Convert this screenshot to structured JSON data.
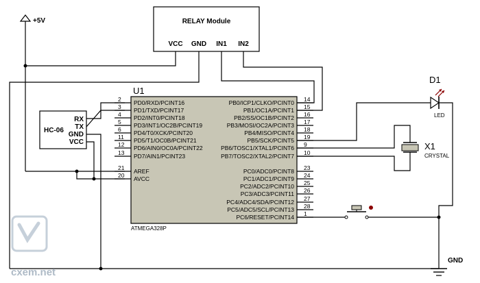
{
  "supply": {
    "label": "+5V"
  },
  "ground": {
    "label": "GND"
  },
  "relay": {
    "title": "RELAY Module",
    "pins": [
      "VCC",
      "GND",
      "IN1",
      "IN2"
    ]
  },
  "mcu": {
    "ref": "U1",
    "part": "ATMEGA328P",
    "left_pins": [
      {
        "num": "2",
        "name": "PD0/RXD/PCINT16"
      },
      {
        "num": "3",
        "name": "PD1/TXD/PCINT17"
      },
      {
        "num": "4",
        "name": "PD2/INT0/PCINT18"
      },
      {
        "num": "5",
        "name": "PD3/INT1/OC2B/PCINT19"
      },
      {
        "num": "6",
        "name": "PD4/T0/XCK/PCINT20"
      },
      {
        "num": "11",
        "name": "PD5/T1/OC0B/PCINT21"
      },
      {
        "num": "12",
        "name": "PD6/AIN0/OC0A/PCINT22"
      },
      {
        "num": "13",
        "name": "PD7/AIN1/PCINT23"
      },
      {
        "num": "21",
        "name": "AREF"
      },
      {
        "num": "20",
        "name": "AVCC"
      }
    ],
    "right_pins": [
      {
        "num": "14",
        "name": "PB0/ICP1/CLKO/PCINT0"
      },
      {
        "num": "15",
        "name": "PB1/OC1A/PCINT1"
      },
      {
        "num": "16",
        "name": "PB2/SS/OC1B/PCINT2"
      },
      {
        "num": "17",
        "name": "PB3/MOSI/OC2A/PCINT3"
      },
      {
        "num": "18",
        "name": "PB4/MISO/PCINT4"
      },
      {
        "num": "19",
        "name": "PB5/SCK/PCINT5"
      },
      {
        "num": "9",
        "name": "PB6/TOSC1/XTAL1/PCINT6"
      },
      {
        "num": "10",
        "name": "PB7/TOSC2/XTAL2/PCINT7"
      },
      {
        "num": "23",
        "name": "PC0/ADC0/PCINT8"
      },
      {
        "num": "24",
        "name": "PC1/ADC1/PCINT9"
      },
      {
        "num": "25",
        "name": "PC2/ADC2/PCINT10"
      },
      {
        "num": "26",
        "name": "PC3/ADC3/PCINT11"
      },
      {
        "num": "27",
        "name": "PC4/ADC4/SDA/PCINT12"
      },
      {
        "num": "28",
        "name": "PC5/ADC5/SCL/PCINT13"
      },
      {
        "num": "1",
        "name": "PC6/RESET/PCINT14"
      }
    ]
  },
  "bluetooth": {
    "name": "HC-06",
    "pins": [
      "RX",
      "TX",
      "GND",
      "VCC"
    ]
  },
  "led": {
    "ref": "D1",
    "type": "LED"
  },
  "crystal": {
    "ref": "X1",
    "type": "CRYSTAL"
  },
  "watermark": {
    "text": "cxem.net"
  },
  "colors": {
    "wire": "#000000",
    "chip_fill": "#c8c6b5",
    "watermark": "#9aa9b8",
    "button_dot": "#8b0000"
  }
}
